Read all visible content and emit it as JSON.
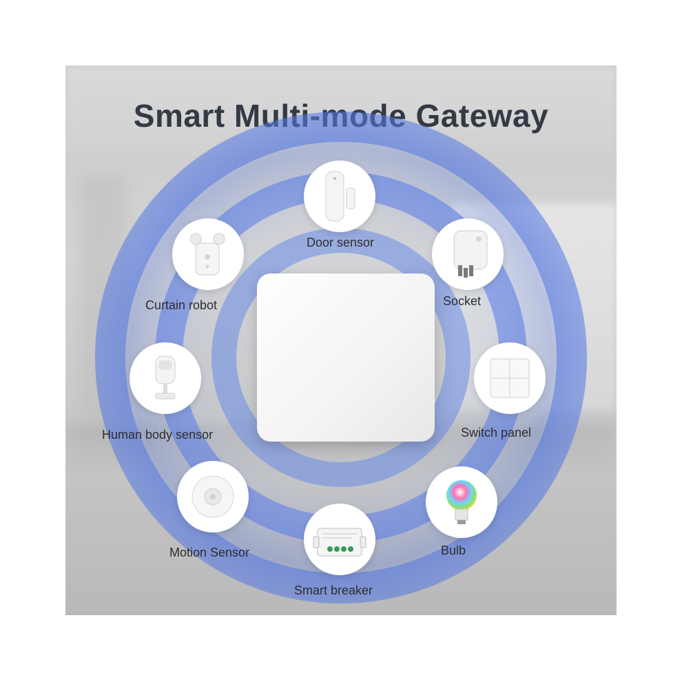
{
  "title": "Smart Multi-mode Gateway",
  "colors": {
    "ring": "#4a6fe0",
    "ring_light": "#a9bcf2",
    "title": "#333a44"
  },
  "devices": [
    {
      "label": "Door sensor",
      "icon": "door-sensor-icon"
    },
    {
      "label": "Socket",
      "icon": "socket-icon"
    },
    {
      "label": "Switch panel",
      "icon": "switch-panel-icon"
    },
    {
      "label": "Bulb",
      "icon": "bulb-icon"
    },
    {
      "label": "Smart breaker",
      "icon": "smart-breaker-icon"
    },
    {
      "label": "Motion Sensor",
      "icon": "motion-sensor-icon"
    },
    {
      "label": "Human body sensor",
      "icon": "human-body-sensor-icon"
    },
    {
      "label": "Curtain robot",
      "icon": "curtain-robot-icon"
    }
  ]
}
